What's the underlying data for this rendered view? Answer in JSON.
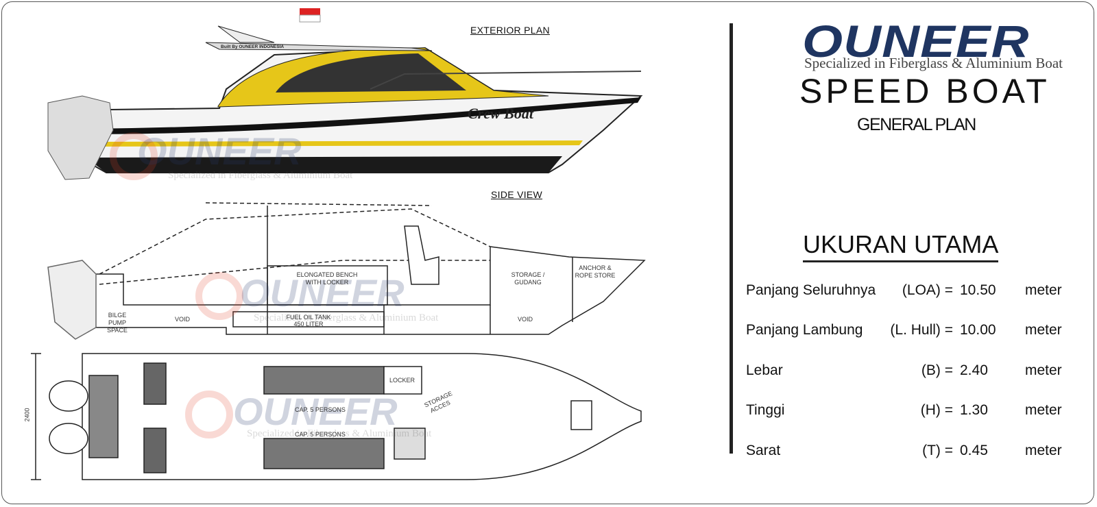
{
  "drawings": {
    "exterior_plan_label": "EXTERIOR PLAN",
    "side_view_label": "SIDE VIEW",
    "hull_name": "Crew Boat",
    "built_by": "Built By OUNEER INDONESIA",
    "side_labels": {
      "bench": "ELONGATED BENCH WITH LOCKER",
      "storage": "STORAGE / GUDANG",
      "anchor": "ANCHOR & ROPE STORE",
      "bilge": "BILGE PUMP SPACE",
      "void": "VOID",
      "fuel_tank": "FUEL OIL TANK",
      "fuel_capacity": "450 LITER"
    },
    "plan_labels": {
      "locker": "LOCKER",
      "cap_top": "CAP. 5 PERSONS",
      "cap_bottom": "CAP. 5 PERSONS",
      "storage_access": "STORAGE ACCES",
      "beam_dimension": "2400"
    },
    "watermark": {
      "brand": "OUNEER",
      "tagline": "Specialized in Fiberglass & Aluminium Boat"
    }
  },
  "header": {
    "brand": "OUNEER",
    "tagline": "Specialized in Fiberglass & Aluminium Boat",
    "title": "SPEED BOAT",
    "subtitle": "GENERAL PLAN"
  },
  "specs": {
    "heading": "UKURAN UTAMA",
    "rows": [
      {
        "label": "Panjang Seluruhnya",
        "symbol": "(LOA) =",
        "value": "10.50",
        "unit": "meter"
      },
      {
        "label": "Panjang Lambung",
        "symbol": "(L. Hull) =",
        "value": "10.00",
        "unit": "meter"
      },
      {
        "label": "Lebar",
        "symbol": "(B) =",
        "value": "2.40",
        "unit": "meter"
      },
      {
        "label": "Tinggi",
        "symbol": "(H) =",
        "value": "1.30",
        "unit": "meter"
      },
      {
        "label": "Sarat",
        "symbol": "(T) =",
        "value": "0.45",
        "unit": "meter"
      }
    ]
  },
  "colors": {
    "brand_navy": "#1f3561",
    "logo_red": "#e2432a",
    "hull_yellow": "#e6c619",
    "ink": "#111111"
  }
}
